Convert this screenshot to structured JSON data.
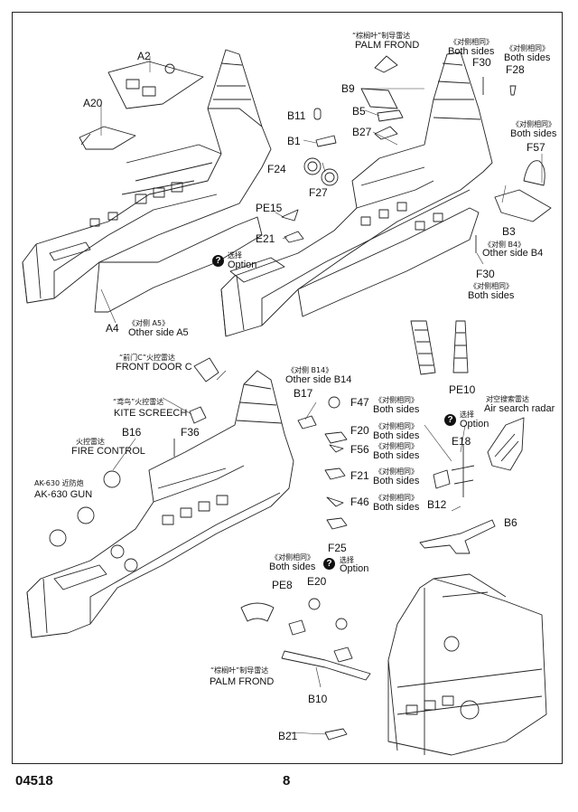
{
  "footer": {
    "code": "04518",
    "page_number": "8"
  },
  "parts": {
    "A2": "A2",
    "A20": "A20",
    "A4": "A4",
    "B9": "B9",
    "B5": "B5",
    "B11": "B11",
    "B1": "B1",
    "B27": "B27",
    "F30a": "F30",
    "F28": "F28",
    "F57": "F57",
    "F24": "F24",
    "F27": "F27",
    "PE15": "PE15",
    "E21": "E21",
    "B3": "B3",
    "F30b": "F30",
    "PE10": "PE10",
    "B17": "B17",
    "F47": "F47",
    "F20": "F20",
    "F36": "F36",
    "B16": "B16",
    "F56": "F56",
    "F21": "F21",
    "F46": "F46",
    "E18": "E18",
    "B12": "B12",
    "B6": "B6",
    "F25": "F25",
    "PE8": "PE8",
    "E20": "E20",
    "B10": "B10",
    "B21": "B21"
  },
  "annotations": {
    "palm_frond_cn": "“棕榈叶”制导雷达",
    "palm_frond_en": "PALM FROND",
    "both_sides_cn": "《对侧相同》",
    "both_sides_en": "Both sides",
    "other_side_a5_cn": "《对侧 A5》",
    "other_side_a5_en": "Other side A5",
    "other_side_b4_cn": "《对侧 B4》",
    "other_side_b4_en": "Other side B4",
    "other_side_b14_cn": "《对侧 B14》",
    "other_side_b14_en": "Other side B14",
    "option_cn": "选择",
    "option_en": "Option",
    "front_door_cn": "“前门C”火控雷达",
    "front_door_en": "FRONT DOOR C",
    "kite_cn": "“鸢鸟”火控雷达",
    "kite_en": "KITE SCREECH",
    "fire_control_cn": "火控雷达",
    "fire_control_en": "FIRE CONTROL",
    "ak630_cn": "AK-630 近防炮",
    "ak630_en": "AK-630 GUN",
    "air_search_cn": "对空搜索雷达",
    "air_search_en": "Air search radar",
    "palm_frond2_cn": "“棕榈叶”制导雷达",
    "palm_frond2_en": "PALM FROND"
  }
}
